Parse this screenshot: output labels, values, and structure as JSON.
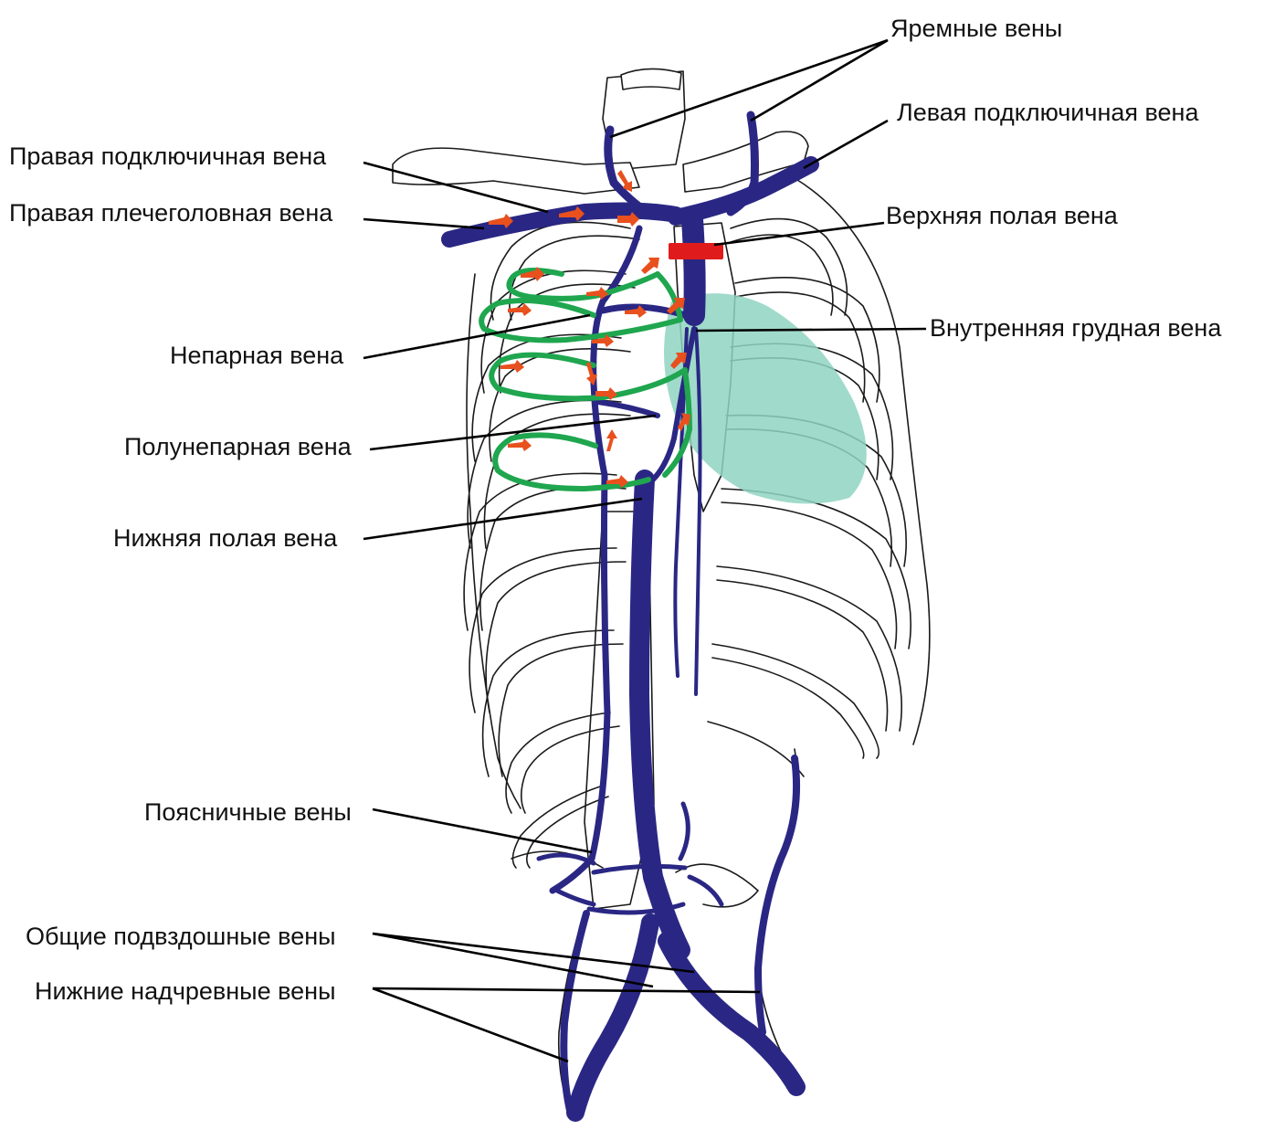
{
  "colors": {
    "vein": "#2a2784",
    "collateral": "#1fa64f",
    "obstruction": "#e01b1b",
    "flow_arrow": "#e8501e",
    "heart": "#8fd3c1",
    "bone_outline": "#1a1a1a"
  },
  "labels": {
    "jugular": "Яремные вены",
    "left_subclavian": "Левая подключичная вена",
    "right_subclavian": "Правая подключичная вена",
    "right_brachiocephalic": "Правая плечеголовная вена",
    "svc": "Верхняя полая вена",
    "internal_thoracic": "Внутренняя грудная вена",
    "azygos": "Непарная вена",
    "hemiazygos": "Полунепарная вена",
    "ivc": "Нижняя полая вена",
    "lumbar": "Поясничные вены",
    "common_iliac": "Общие подвздошные вены",
    "inferior_epigastric": "Нижние надчревные вены"
  }
}
